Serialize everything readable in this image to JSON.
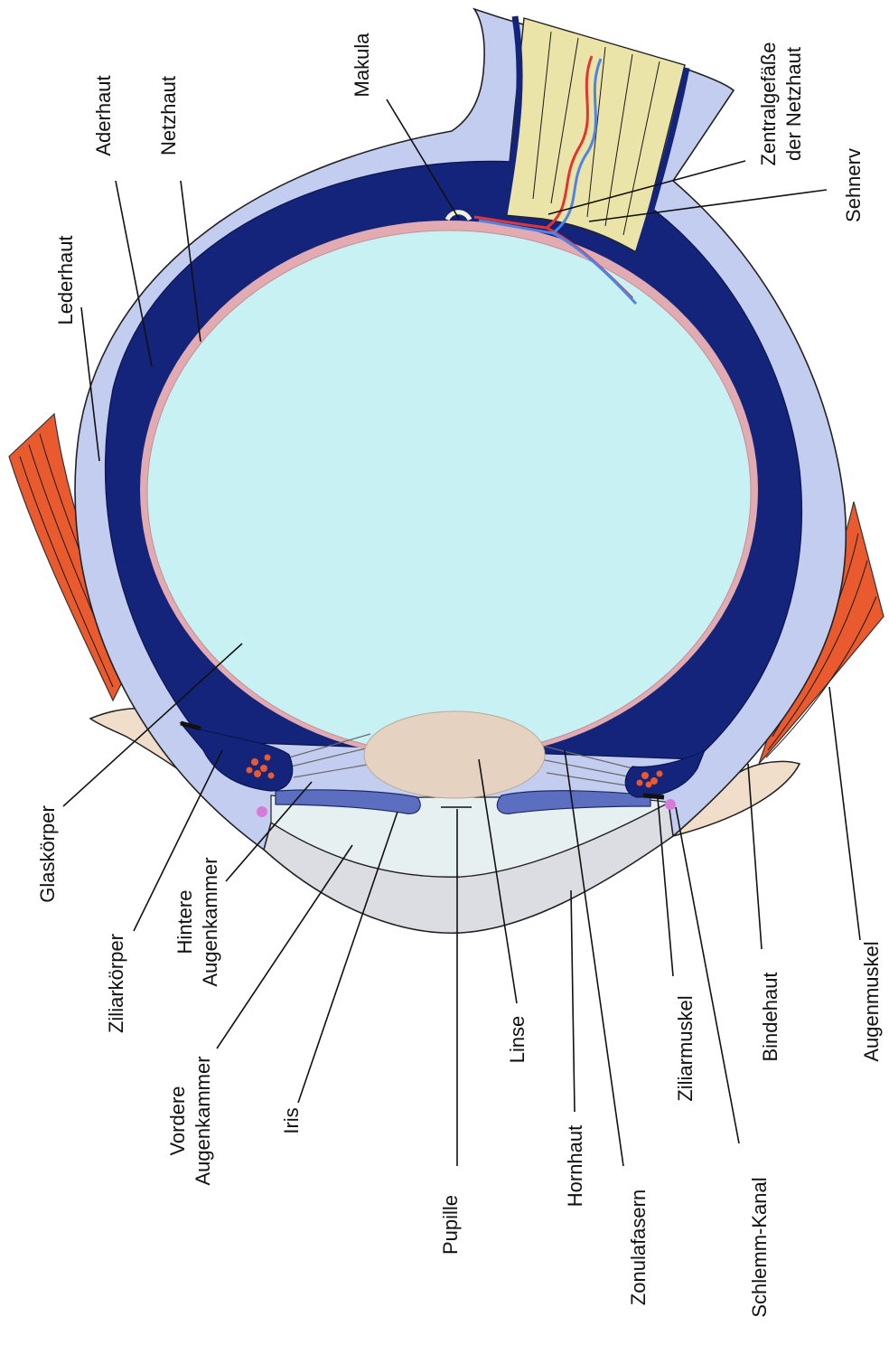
{
  "colors": {
    "sclera": "#c3cdef",
    "choroid": "#13247a",
    "retina": "#e2aab1",
    "vitreous": "#c7f1f3",
    "optic_nerve": "#ebe4a9",
    "lens": "#e6d2c1",
    "cornea": "#dcdde2",
    "anterior_chamber": "#e7f0f1",
    "iris": "#5b6ec0",
    "muscle": "#ea5a2f",
    "conjunctiva": "#f0ddca",
    "artery": "#e23434",
    "vein": "#4f83e6",
    "schlemm": "#d77ad8"
  },
  "labels": {
    "lederhaut": "Lederhaut",
    "aderhaut": "Aderhaut",
    "netzhaut": "Netzhaut",
    "makula": "Makula",
    "zentralgefaesse_1": "Zentralgefäße",
    "zentralgefaesse_2": "der Netzhaut",
    "sehnerv": "Sehnerv",
    "glaskoerper": "Glaskörper",
    "ziliarkoerper": "Ziliarkörper",
    "hintere_1": "Hintere",
    "hintere_2": "Augenkammer",
    "vordere_1": "Vordere",
    "vordere_2": "Augenkammer",
    "iris": "Iris",
    "pupille": "Pupille",
    "linse": "Linse",
    "hornhaut": "Hornhaut",
    "zonulafasern": "Zonulafasern",
    "ziliarmuskel": "Ziliarmuskel",
    "schlemm_kanal": "Schlemm-Kanal",
    "bindehaut": "Bindehaut",
    "augenmuskel": "Augenmuskel"
  }
}
